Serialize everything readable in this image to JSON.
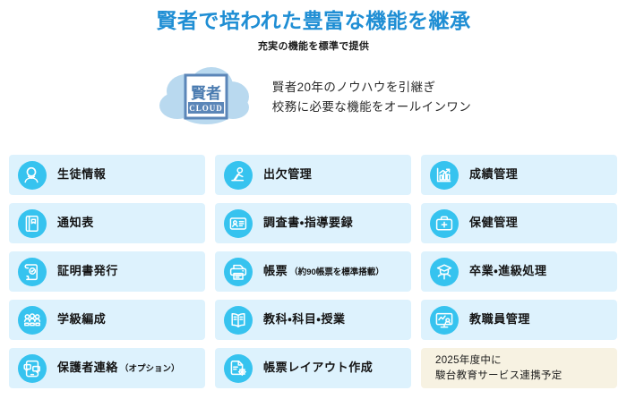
{
  "header": {
    "title": "賢者で培われた豊富な機能を継承",
    "subtitle": "充実の機能を標準で提供",
    "title_color": "#1f8ed4"
  },
  "intro": {
    "logo": {
      "name": "kenja-cloud-logo",
      "brand": "賢者",
      "product": "CLOUD",
      "cloud_color": "#b9d9ef",
      "box_color": "#5b86b8"
    },
    "lead_line1": "賢者20年のノウハウを引継ぎ",
    "lead_line2": "校務に必要な機能をオールインワン"
  },
  "theme": {
    "card_bg": "#ddf2fd",
    "icon_bg": "#36c3ef",
    "note_bg": "#f7f2e2"
  },
  "features": [
    {
      "label": "生徒情報",
      "sub": "",
      "icon": "student-info-icon",
      "type": "feature"
    },
    {
      "label": "出欠管理",
      "sub": "",
      "icon": "attendance-icon",
      "type": "feature"
    },
    {
      "label": "成績管理",
      "sub": "",
      "icon": "grade-chart-icon",
      "type": "feature"
    },
    {
      "label": "通知表",
      "sub": "",
      "icon": "report-card-icon",
      "type": "feature"
    },
    {
      "label": "調査書・指導要録",
      "sub": "",
      "icon": "record-card-icon",
      "type": "feature"
    },
    {
      "label": "保健管理",
      "sub": "",
      "icon": "health-kit-icon",
      "type": "feature"
    },
    {
      "label": "証明書発行",
      "sub": "",
      "icon": "certificate-icon",
      "type": "feature"
    },
    {
      "label": "帳票",
      "sub": "（約90帳票を標準搭載）",
      "icon": "printer-form-icon",
      "type": "feature"
    },
    {
      "label": "卒業・進級処理",
      "sub": "",
      "icon": "graduation-cap-icon",
      "type": "feature"
    },
    {
      "label": "学級編成",
      "sub": "",
      "icon": "class-organization-icon",
      "type": "feature"
    },
    {
      "label": "教科・科目・授業",
      "sub": "",
      "icon": "open-book-icon",
      "type": "feature"
    },
    {
      "label": "教職員管理",
      "sub": "",
      "icon": "teacher-board-icon",
      "type": "feature"
    },
    {
      "label": "保護者連絡",
      "sub": "（オプション）",
      "icon": "parent-contact-icon",
      "type": "feature"
    },
    {
      "label": "帳票レイアウト作成",
      "sub": "",
      "icon": "form-layout-icon",
      "type": "feature"
    },
    {
      "note_line1": "2025年度中に",
      "note_line2": "駿台教育サービス連携予定",
      "type": "note"
    }
  ]
}
